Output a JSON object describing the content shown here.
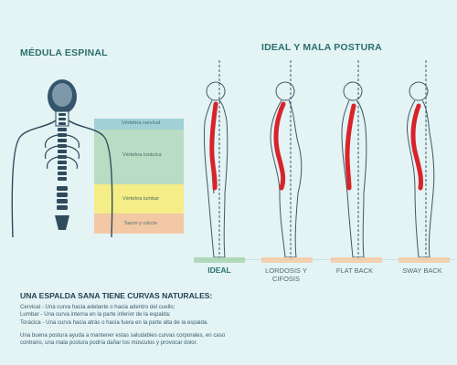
{
  "left_section": {
    "title": "MÉDULA ESPINAL",
    "bands": [
      {
        "label": "Vértebra cervical",
        "color": "#9fd1d6"
      },
      {
        "label": "Vértebra torácica",
        "color": "#b9dcc4"
      },
      {
        "label": "Vértebra lumbar",
        "color": "#f5ed86"
      },
      {
        "label": "Sacro y cóccix",
        "color": "#f3c9a5"
      }
    ]
  },
  "right_section": {
    "title": "IDEAL Y MALA POSTURA",
    "figures": [
      {
        "label": "IDEAL"
      },
      {
        "label": "LORDOSIS Y CIFOSIS"
      },
      {
        "label": "FLAT BACK"
      },
      {
        "label": "SWAY BACK"
      }
    ],
    "spine_color": "#d8232a"
  },
  "bottom_section": {
    "heading": "UNA ESPALDA SANA TIENE CURVAS NATURALES:",
    "curve_lines": [
      "Cervical - Una curva hacia adelante o hacia adentro del cuello;",
      "Lumbar - Una curva interna en la parte inferior de la espalda;",
      "Torácica - Una curva hacia atrás o hacia fuera en la parte alta de la espalda."
    ],
    "summary_lines": [
      "Una buena postura ayuda a mantener estas saludables curvas corporales, en caso",
      "contrario, una mala postura podría dañar los músculos y provocar dolor."
    ]
  }
}
